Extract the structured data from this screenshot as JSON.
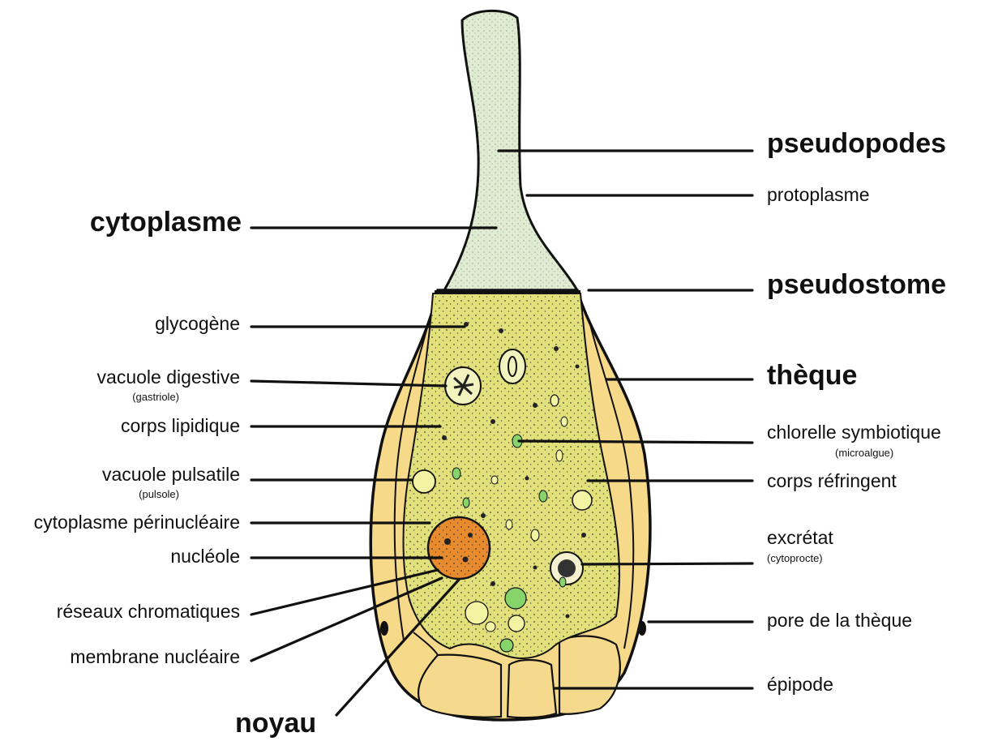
{
  "colors": {
    "pseudopod": "#dfecd2",
    "theca": "#f7d98a",
    "cytoplasm": "#e1e07a",
    "nucleus": "#e88a2e",
    "chlorella": "#86d46a",
    "vacuole": "#f3f3a4",
    "ink": "#111111"
  },
  "labels": {
    "pseudopodes": "pseudopodes",
    "protoplasme": "protoplasme",
    "cytoplasme": "cytoplasme",
    "pseudostome": "pseudostome",
    "glycogene": "glycogène",
    "theque": "thèque",
    "vacuole_digestive": "vacuole digestive",
    "gastriole": "(gastriole)",
    "corps_lipidique": "corps lipidique",
    "chlorelle": "chlorelle symbiotique",
    "microalgue": "(microalgue)",
    "vacuole_pulsatile": "vacuole pulsatile",
    "pulsole": "(pulsole)",
    "corps_refringent": "corps réfringent",
    "cytoplasme_perinucleaire": "cytoplasme périnucléaire",
    "excretat": "excrétat",
    "cytoprocte": "(cytoprocte)",
    "nucleole": "nucléole",
    "reseaux": "réseaux chromatiques",
    "pore": "pore de la thèque",
    "membrane": "membrane nucléaire",
    "epipode": "épipode",
    "noyau": "noyau"
  }
}
